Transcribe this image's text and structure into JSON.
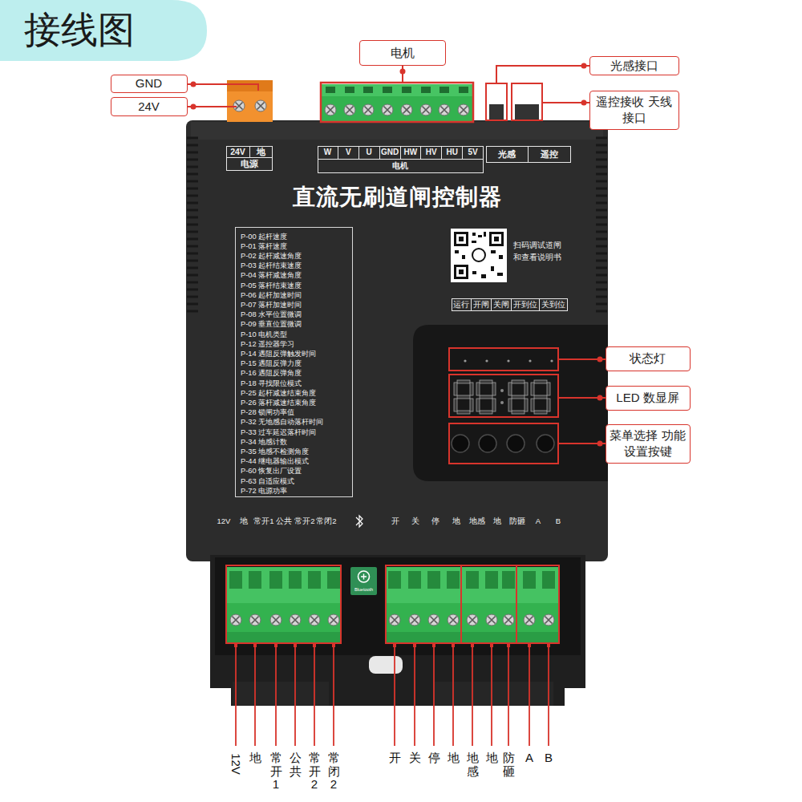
{
  "diagram": {
    "title": "接线图",
    "nodes": [
      {
        "text": [
          "GND"
        ]
      },
      {
        "text": [
          "24V"
        ]
      },
      {
        "text": [
          "电机"
        ]
      },
      {
        "text": [
          "光感接口"
        ]
      },
      {
        "text": [
          "遥控接收 天线接口"
        ]
      },
      {
        "text": [
          "直流无刷道闸控制器"
        ]
      },
      {
        "text": [
          "24V",
          "地",
          "电源"
        ],
        "in": 5
      },
      {
        "text": [
          "W",
          "V",
          "U",
          "GND",
          "HW",
          "HV",
          "HU",
          "5V",
          "电机"
        ],
        "in": 5
      },
      {
        "text": [
          "光感",
          "遥控"
        ],
        "in": 5
      },
      {
        "text": [
          "P-00 起杆速度",
          "P-01 落杆速度",
          "P-02 起杆减速角度",
          "P-03 起杆结束速度",
          "P-04 落杆减速角度",
          "P-05 落杆结束速度",
          "P-06 起杆加速时间",
          "P-07 落杆加速时间",
          "P-08 水平位置微调",
          "P-09 垂直位置微调",
          "P-10 电机类型",
          "P-12 遥控器学习",
          "P-14 遇阻反弹触发时间",
          "P-15 遇阻反弹力度",
          "P-16 遇阻反弹角度",
          "P-18 寻找限位模式",
          "P-25 起杆减速结束角度",
          "P-26 落杆减速结束角度",
          "P-28 锁闸功率值",
          "P-32 无地感自动落杆时间",
          "P-33 过车延迟落杆时间",
          "P-34 地感计数",
          "P-35 地感不检测角度",
          "P-44 继电器输出模式",
          "P-60 恢复出厂设置",
          "P-63 自适应模式",
          "P-72 电源功率"
        ],
        "in": 5
      },
      {
        "text": [
          "运行",
          "开闸",
          "关闸",
          "开到位",
          "关到位"
        ],
        "in": 5
      },
      {
        "text": [
          "状态灯"
        ]
      },
      {
        "text": [
          "LED 数显屏"
        ]
      },
      {
        "text": [
          "菜单选择 功能设置按键"
        ]
      }
    ],
    "labels": [
      "扫码调试道闸 和查看说明书",
      "12V",
      "地",
      "常开1",
      "公共",
      "常开2",
      "常闭2",
      "开",
      "关",
      "停",
      "地",
      "地感",
      "地",
      "防砸",
      "A",
      "B",
      "Bluetooth",
      "12V",
      "地",
      "常开1",
      "公共",
      "常开2",
      "常闭2",
      "开",
      "关",
      "停",
      "地",
      "地感",
      "地",
      "防砸",
      "A",
      "B"
    ]
  }
}
